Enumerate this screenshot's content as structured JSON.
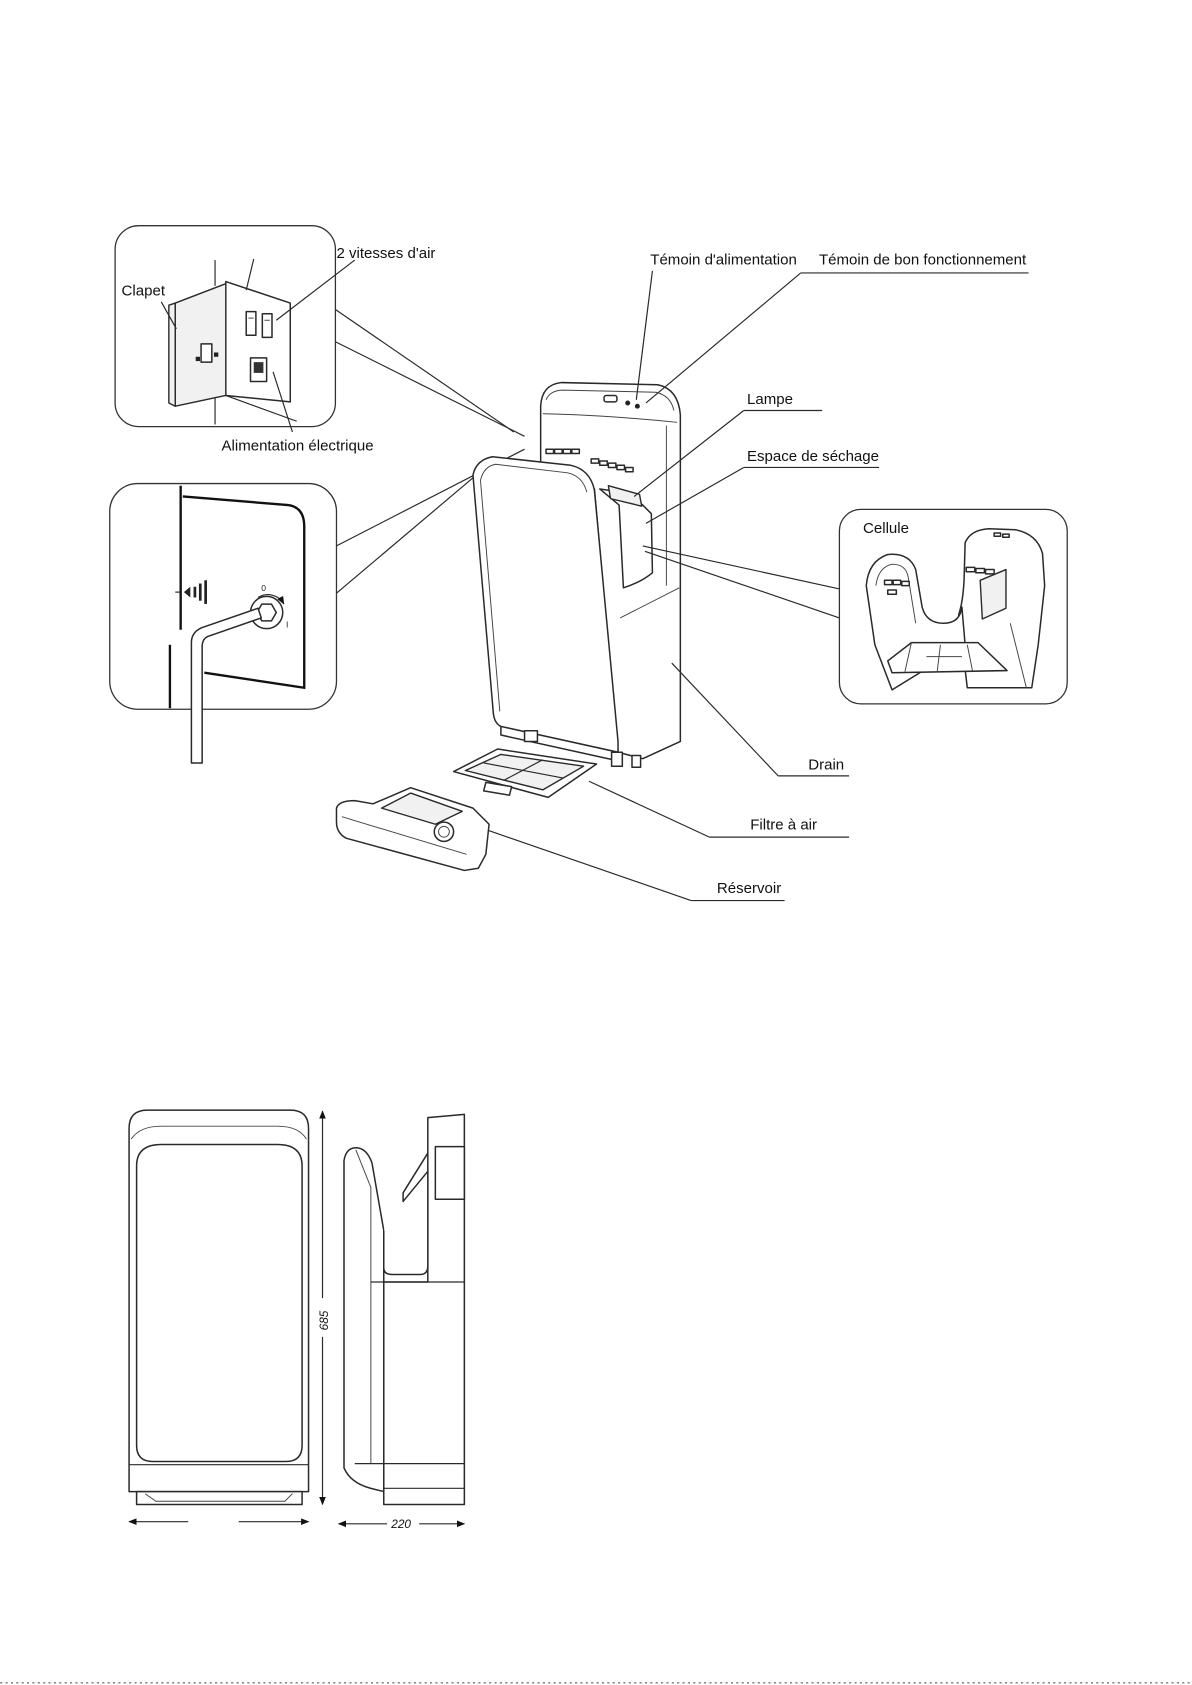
{
  "labels": {
    "clapet": "Clapet",
    "air_speeds": "2 vitesses d'air",
    "power_supply": "Alimentation électrique",
    "power_indicator": "Témoin d'alimentation",
    "status_indicator": "Témoin de bon fonctionnement",
    "lamp": "Lampe",
    "drying_space": "Espace de séchage",
    "cell": "Cellule",
    "drain": "Drain",
    "air_filter": "Filtre à air",
    "reservoir": "Réservoir"
  },
  "knob": {
    "off_mark": "0",
    "on_mark": "I"
  },
  "dimensions": {
    "height": "685",
    "depth": "220"
  }
}
